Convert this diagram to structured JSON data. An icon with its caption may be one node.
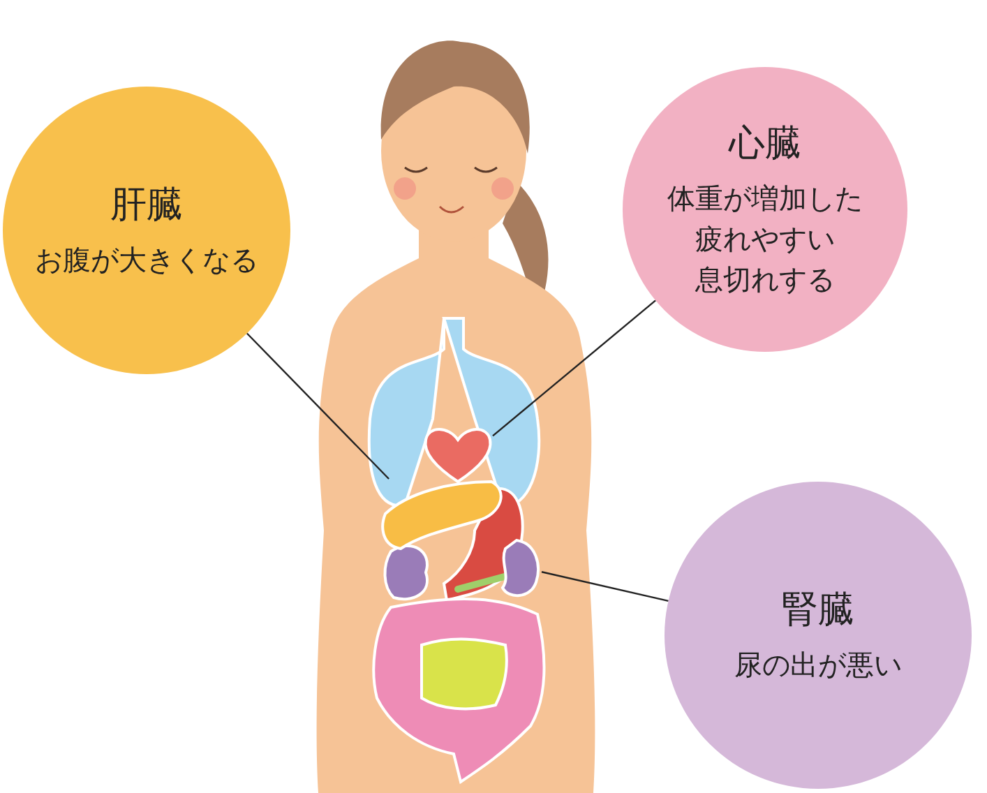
{
  "diagram": {
    "nodes": [
      {
        "text": [
          "肝臓",
          "お腹が大きくなる"
        ]
      },
      {
        "text": [
          "心臓",
          "体重が増加した",
          "疲れやすい",
          "息切れする"
        ]
      },
      {
        "text": [],
        "shape": "heart"
      },
      {
        "text": [],
        "shape": "liver"
      },
      {
        "text": [],
        "shape": "kidney"
      },
      {
        "text": [
          "腎臓",
          "尿の出が悪い"
        ]
      }
    ],
    "edges": [
      {
        "from": 0,
        "to": 3,
        "arrow": "none"
      },
      {
        "from": 1,
        "to": 2,
        "arrow": "none"
      },
      {
        "from": 5,
        "to": 4,
        "arrow": "none"
      }
    ]
  }
}
